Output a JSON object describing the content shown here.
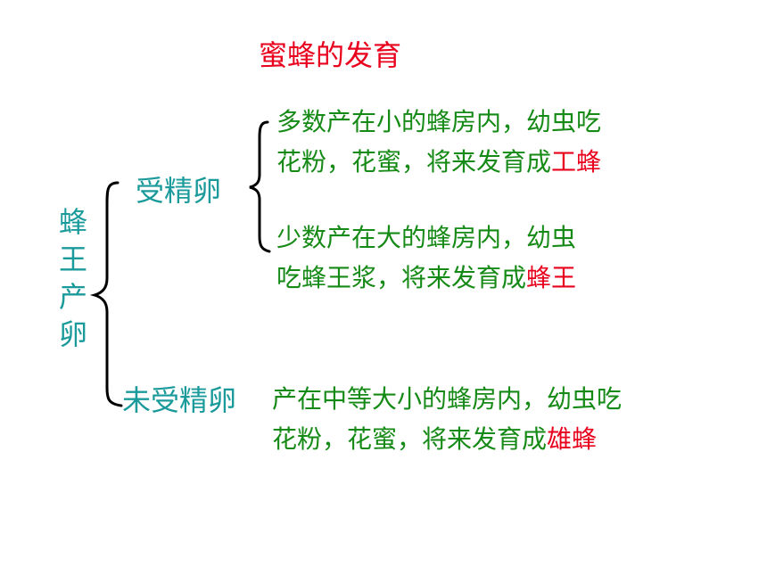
{
  "title": "蜜蜂的发育",
  "root": {
    "chars": [
      "蜂",
      "王",
      "产",
      "卵"
    ]
  },
  "fertilized": {
    "label": "受精卵",
    "worker": {
      "line1": "多数产在小的蜂房内，幼虫吃",
      "line2_prefix": "花粉，花蜜，将来发育成",
      "line2_highlight": "工蜂"
    },
    "queen": {
      "line1": "少数产在大的蜂房内，幼虫",
      "line2_prefix": "吃蜂王浆，将来发育成",
      "line2_highlight": "蜂王"
    }
  },
  "unfertilized": {
    "label": "未受精卵",
    "drone": {
      "line1": "产在中等大小的蜂房内，幼虫吃",
      "line2_prefix": "花粉，花蜜，将来发育成",
      "line2_highlight": "雄蜂"
    }
  },
  "colors": {
    "title": "#e8001c",
    "category": "#1a9a9a",
    "description": "#168a16",
    "highlight": "#e8001c",
    "brace": "#000000"
  }
}
